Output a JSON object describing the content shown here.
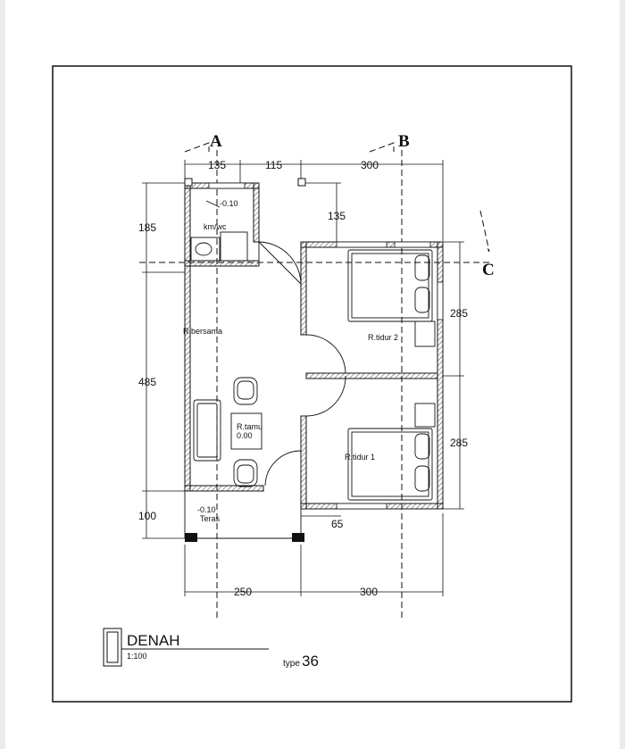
{
  "sections": {
    "a": "A",
    "b": "B",
    "c": "C"
  },
  "dimensions": {
    "top_1": "135",
    "top_2": "115",
    "top_3": "300",
    "inner_135": "135",
    "left_185": "185",
    "left_485": "485",
    "left_100": "100",
    "right_285_a": "285",
    "right_285_b": "285",
    "bottom_65": "65",
    "bottom_250": "250",
    "bottom_300": "300"
  },
  "rooms": {
    "kmwc": "km/wc",
    "kmwc_level": "-0.10",
    "bersama": "R.bersama",
    "tidur2": "R.tidur 2",
    "tidur1": "R.tidur 1",
    "tamu": "R.tamu",
    "tamu_level": "0.00",
    "teras_level": "-0.10",
    "teras": "Teras"
  },
  "title_block": {
    "title": "DENAH",
    "scale": "1:100",
    "type_prefix": "type",
    "type_number": "36"
  },
  "colors": {
    "line": "#111111",
    "hatch": "#444444",
    "background": "#ffffff"
  }
}
